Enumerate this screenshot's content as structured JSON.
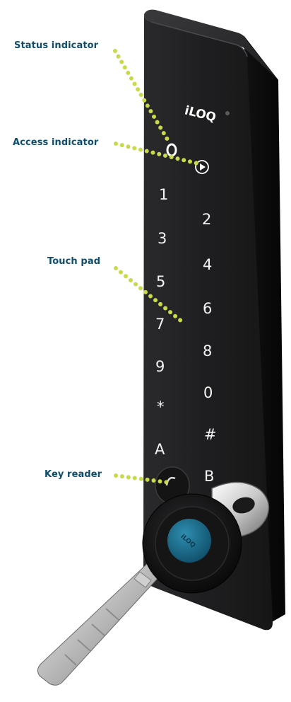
{
  "brand": "iLOQ",
  "key_brand": "iLOQ",
  "callouts": {
    "status_indicator": "Status indicator",
    "access_indicator": "Access indicator",
    "touch_pad": "Touch pad",
    "key_reader": "Key reader"
  },
  "keypad": {
    "left_column": [
      "1",
      "3",
      "5",
      "7",
      "9",
      "*",
      "A"
    ],
    "right_column": [
      "2",
      "4",
      "6",
      "8",
      "0",
      "#",
      "B"
    ]
  },
  "colors": {
    "callout_text": "#0e4d6b",
    "leader_dots": "#c8d94a",
    "device_body": "#1c1c1e",
    "device_side": "#0d0d0e",
    "key_tag_blue": "#1f6e8c"
  }
}
